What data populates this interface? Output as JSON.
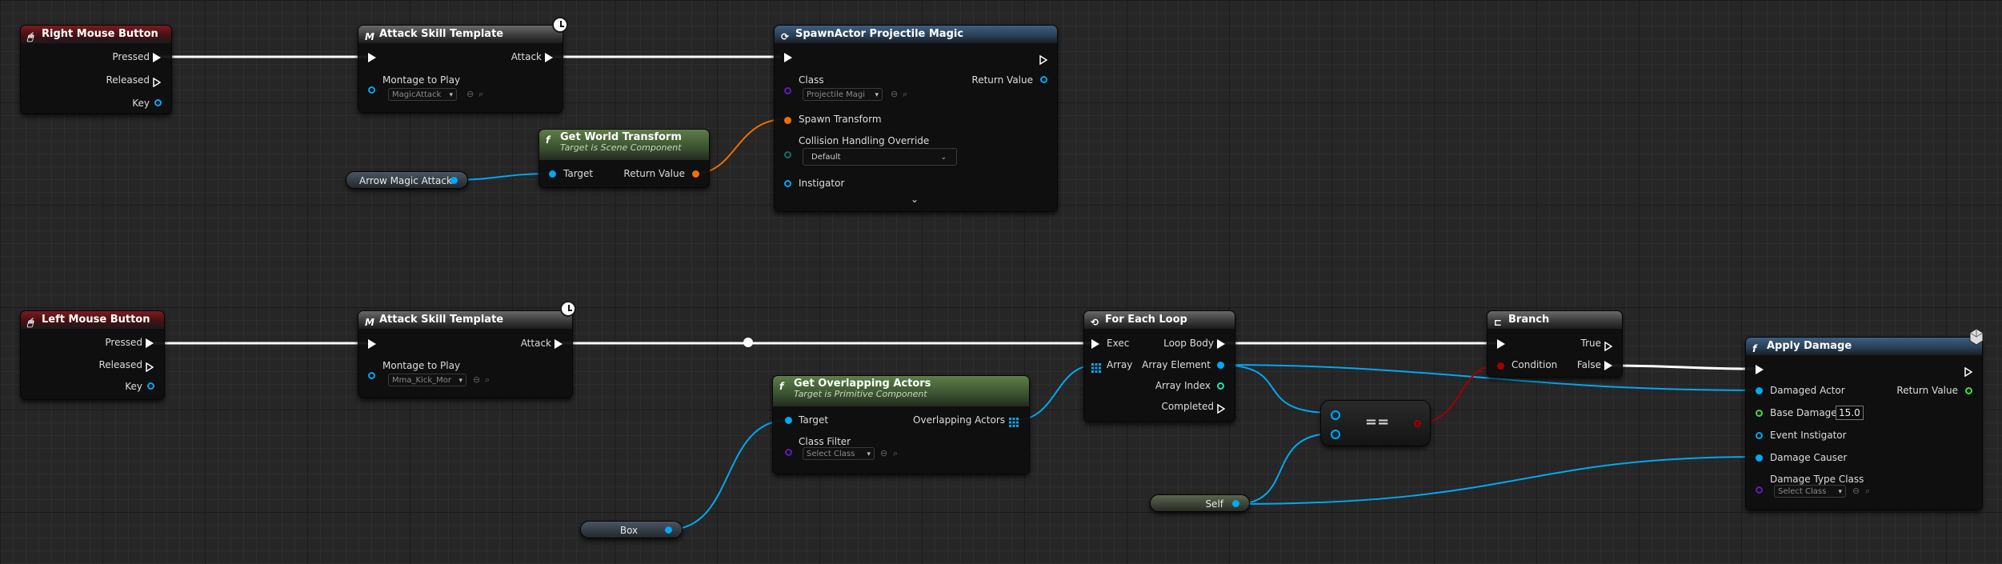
{
  "colors": {
    "exec": "#ffffff",
    "object": "#00a8f4",
    "class": "#5e1fb3",
    "struct": "#f26d00",
    "float": "#3cdc4c",
    "integer": "#1fe3af",
    "boolean": "#a10000",
    "actor": "#00a8f4"
  },
  "nodes": {
    "right_mouse": {
      "title": "Right Mouse Button",
      "pressed": "Pressed",
      "released": "Released",
      "key": "Key"
    },
    "attack_top": {
      "title": "Attack Skill Template",
      "attack": "Attack",
      "montage_label": "Montage to Play",
      "montage_value": "MagicAttack"
    },
    "spawn_actor": {
      "title": "SpawnActor Projectile Magic",
      "class_label": "Class",
      "class_value": "Projectile Magi",
      "return_value": "Return Value",
      "spawn_transform": "Spawn Transform",
      "collision_label": "Collision Handling Override",
      "collision_value": "Default",
      "instigator": "Instigator"
    },
    "world_transform": {
      "title": "Get World Transform",
      "subtitle": "Target is Scene Component",
      "target": "Target",
      "return_value": "Return Value"
    },
    "arrow_var": {
      "label": "Arrow Magic Attack"
    },
    "left_mouse": {
      "title": "Left Mouse Button",
      "pressed": "Pressed",
      "released": "Released",
      "key": "Key"
    },
    "attack_bottom": {
      "title": "Attack Skill Template",
      "attack": "Attack",
      "montage_label": "Montage to Play",
      "montage_value": "Mma_Kick_Mor"
    },
    "overlapping": {
      "title": "Get Overlapping Actors",
      "subtitle": "Target is Primitive Component",
      "target": "Target",
      "output": "Overlapping Actors",
      "class_filter": "Class Filter",
      "class_value": "Select Class"
    },
    "box_var": {
      "label": "Box"
    },
    "for_each": {
      "title": "For Each Loop",
      "exec": "Exec",
      "loop_body": "Loop Body",
      "array": "Array",
      "array_element": "Array Element",
      "array_index": "Array Index",
      "completed": "Completed"
    },
    "equal": {
      "label": "=="
    },
    "self_var": {
      "label": "Self"
    },
    "branch": {
      "title": "Branch",
      "true_label": "True",
      "false_label": "False",
      "condition": "Condition"
    },
    "apply_damage": {
      "title": "Apply Damage",
      "damaged_actor": "Damaged Actor",
      "return_value": "Return Value",
      "base_damage": "Base Damage",
      "base_damage_value": "15.0",
      "event_instigator": "Event Instigator",
      "damage_causer": "Damage Causer",
      "damage_type": "Damage Type Class",
      "damage_type_value": "Select Class"
    }
  }
}
